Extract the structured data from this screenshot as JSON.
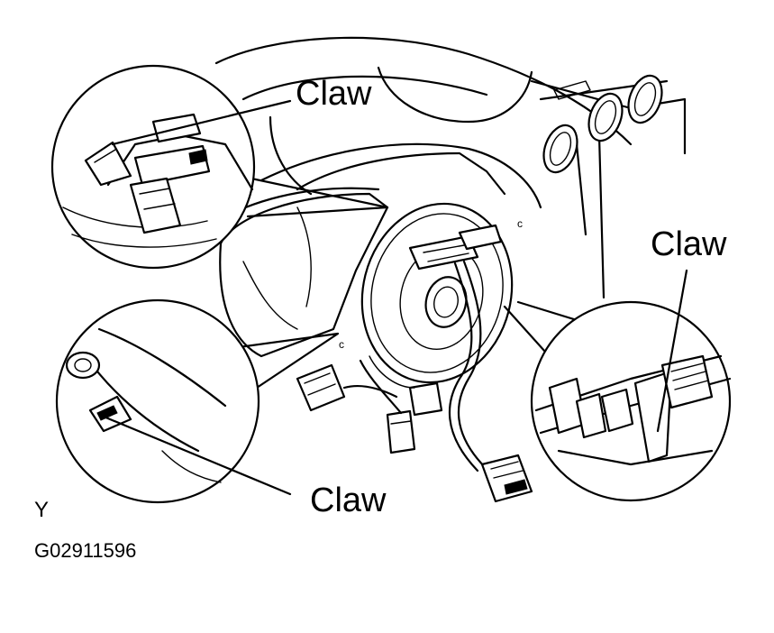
{
  "labels": {
    "claw_top": "Claw",
    "claw_right": "Claw",
    "claw_bottom": "Claw",
    "view_letter": "Y",
    "figure_id": "G02911596"
  },
  "colors": {
    "ink": "#000000",
    "paper": "#ffffff"
  }
}
